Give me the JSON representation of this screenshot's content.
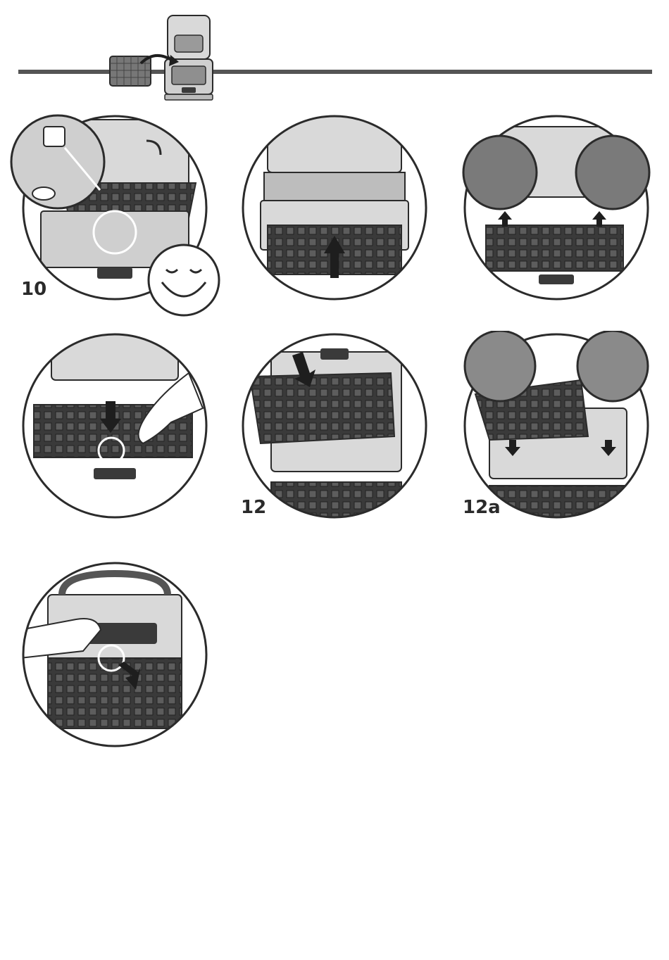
{
  "steps": {
    "step_10": "10",
    "step_12": "12",
    "step_12a": "12a"
  },
  "colors": {
    "outline": "#2b2b2b",
    "rule": "#555555",
    "plate_dark": "#3a3a3a",
    "metal_light": "#d9d9d9",
    "metal_mid": "#9a9a9a",
    "arrow": "#1e1e1e"
  },
  "icons": [
    "waffle-maker-icon",
    "waffle-plate-icon",
    "smiley-icon",
    "hand-icon",
    "arrow-up-icon",
    "arrow-down-icon"
  ]
}
